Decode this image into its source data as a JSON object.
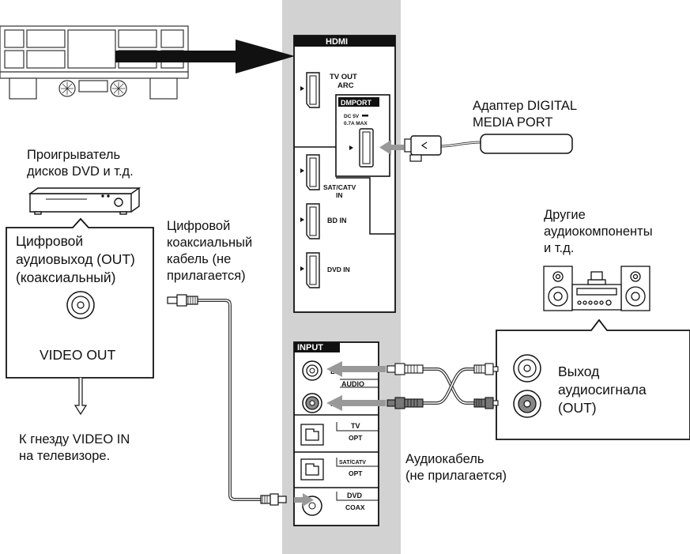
{
  "panel": {
    "hdmi_header": "HDMI",
    "tv_out": "TV OUT",
    "arc": "ARC",
    "dmport": "DMPORT",
    "dc_rating_1": "DC 5V",
    "dc_rating_2": "0.7A MAX",
    "sat_catv": "SAT/CATV",
    "in": "IN",
    "bd_in": "BD IN",
    "dvd_in": "DVD IN",
    "input_header": "INPUT",
    "audio_l": "L",
    "audio_r": "R",
    "audio": "AUDIO",
    "tv": "TV",
    "opt": "OPT",
    "sat_catv_opt": "SAT/CATV",
    "opt2": "OPT",
    "dvd": "DVD",
    "coax": "COAX"
  },
  "labels": {
    "dmport_adapter": [
      "Адаптер DIGITAL",
      "MEDIA PORT"
    ],
    "dvd_player": [
      "Проигрыватель",
      "дисков DVD и т.д."
    ],
    "coax_cable": [
      "Цифровой",
      "коаксиальный",
      "кабель (не",
      "прилагается)"
    ],
    "digital_out": [
      "Цифровой",
      "аудиовыход (OUT)",
      "(коаксиальный)"
    ],
    "video_out": "VIDEO OUT",
    "video_in_note": [
      "К гнезду VIDEO IN",
      "на телевизоре."
    ],
    "other_audio": [
      "Другие",
      "аудиокомпоненты",
      "и т.д."
    ],
    "audio_out": [
      "Выход",
      "аудиосигнала",
      "(OUT)"
    ],
    "audio_cable": [
      "Аудиокабель",
      "(не прилагается)"
    ]
  }
}
